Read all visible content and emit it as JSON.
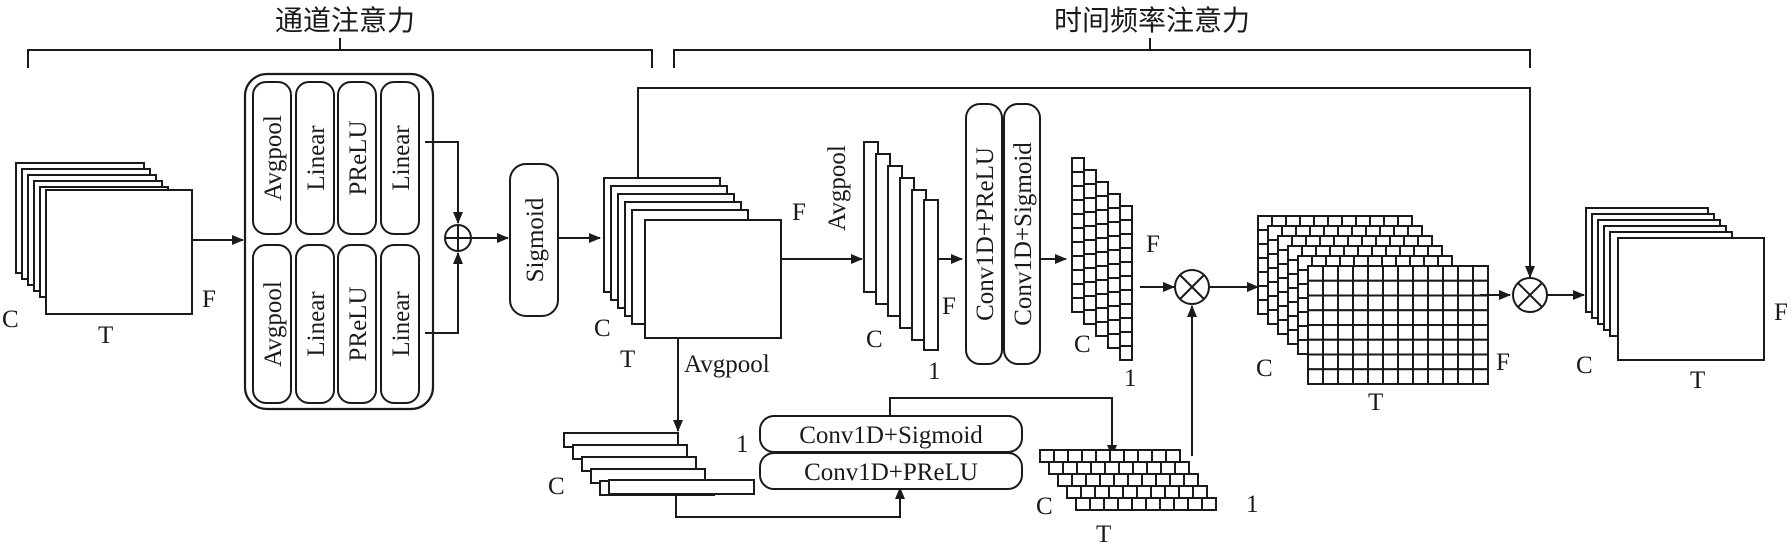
{
  "headers": {
    "channel_attention": "通道注意力",
    "time_freq_attention": "时间频率注意力"
  },
  "input": {
    "c": "C",
    "t": "T",
    "f": "F"
  },
  "channel_block": {
    "top_row": [
      "Avgpool",
      "Linear",
      "PReLU",
      "Linear"
    ],
    "bottom_row": [
      "Avgpool",
      "Linear",
      "PReLU",
      "Linear"
    ]
  },
  "sigmoid": "Sigmoid",
  "mid_tensor": {
    "c": "C",
    "t": "T",
    "f": "F"
  },
  "freq_branch": {
    "avgpool": "Avgpool",
    "c": "C",
    "f": "F",
    "one": "1",
    "conv_prelu": "Conv1D+PReLU",
    "conv_sigmoid": "Conv1D+Sigmoid",
    "out_c": "C",
    "out_f": "F",
    "out_one": "1"
  },
  "time_branch": {
    "avgpool": "Avgpool",
    "c": "C",
    "one": "1",
    "conv_sigmoid": "Conv1D+Sigmoid",
    "conv_prelu": "Conv1D+PReLU",
    "out_c": "C",
    "out_t": "T",
    "out_one": "1"
  },
  "grid_tensor": {
    "c": "C",
    "t": "T",
    "f": "F"
  },
  "output": {
    "c": "C",
    "t": "T",
    "f": "F"
  },
  "operators": {
    "add": "⊕",
    "multiply": "⊗"
  }
}
